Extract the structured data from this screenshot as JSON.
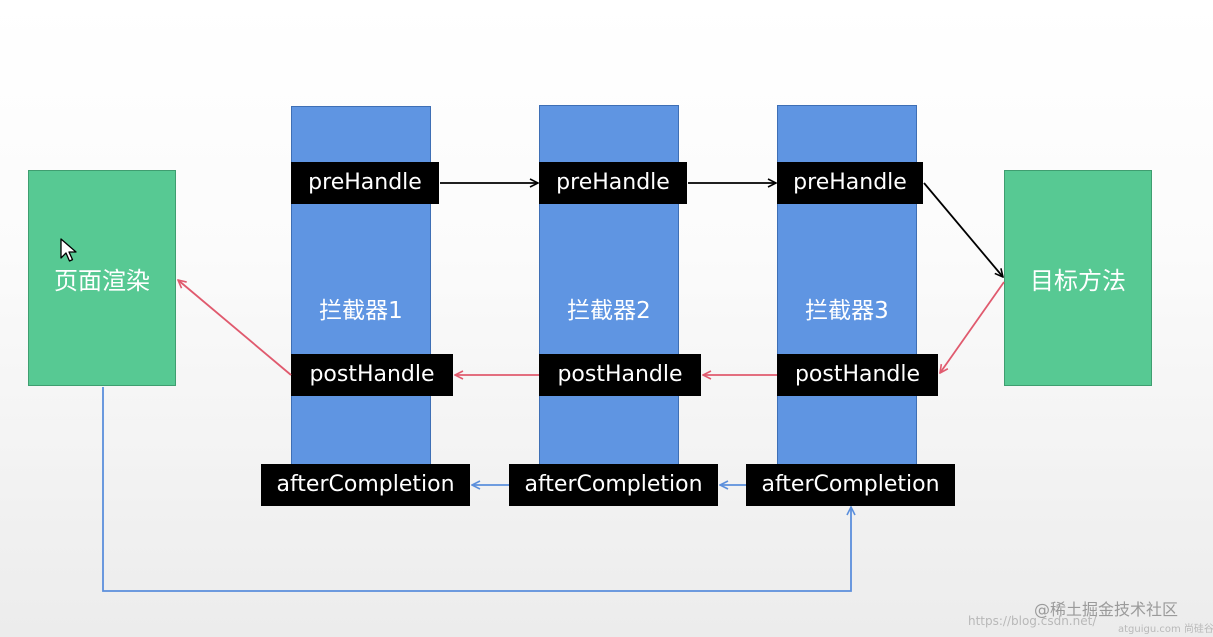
{
  "boxes": {
    "page_render": "页面渲染",
    "target_method": "目标方法"
  },
  "interceptors": [
    {
      "label": "拦截器1",
      "pre": "preHandle",
      "post": "postHandle",
      "after": "afterCompletion"
    },
    {
      "label": "拦截器2",
      "pre": "preHandle",
      "post": "postHandle",
      "after": "afterCompletion"
    },
    {
      "label": "拦截器3",
      "pre": "preHandle",
      "post": "postHandle",
      "after": "afterCompletion"
    }
  ],
  "colors": {
    "green_box": "#57c993",
    "interceptor_column": "#5f95e2",
    "label_background": "#000000",
    "forward_arrow": "#000000",
    "post_arrow": "#e05a6e",
    "after_arrow": "#5b8fdc"
  },
  "icons": {
    "cursor": "mouse-pointer-icon"
  },
  "watermark": {
    "url": "https://blog.csdn.net/",
    "site": "atguigu.com 尚硅谷",
    "brand": "@稀土掘金技术社区"
  }
}
